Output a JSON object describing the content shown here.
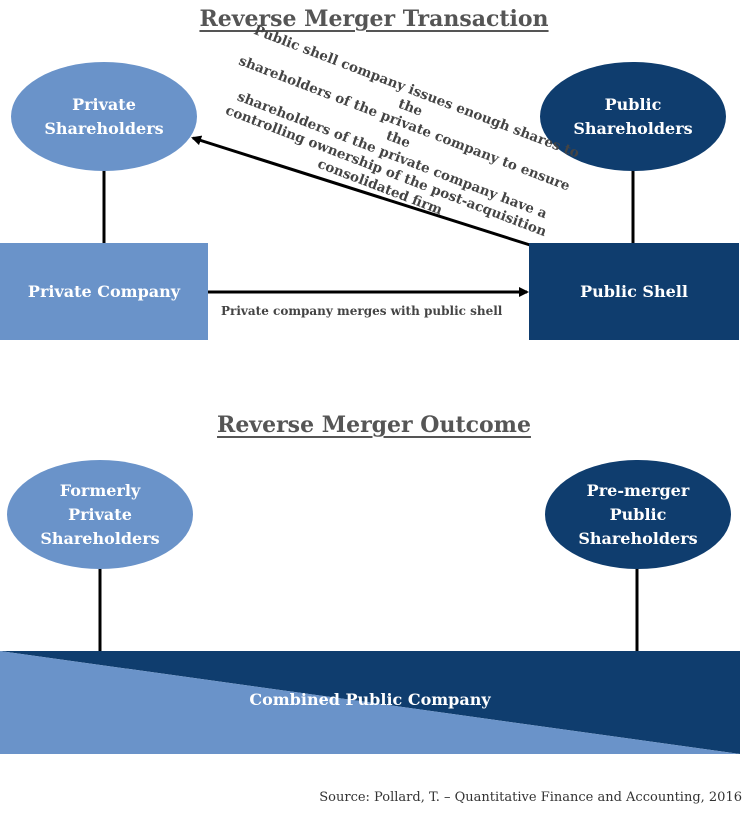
{
  "transaction": {
    "title": "Reverse Merger Transaction",
    "private_shareholders": [
      "Private",
      "Shareholders"
    ],
    "public_shareholders": [
      "Public",
      "Shareholders"
    ],
    "private_company": "Private Company",
    "public_shell": "Public Shell",
    "merge_caption": "Private company merges with public shell",
    "issue_note": [
      "Public shell company issues enough shares to the",
      "shareholders of the private company to ensure the",
      "shareholders of the private company have a",
      "controlling ownership of the post-acquisition",
      "consolidated firm"
    ]
  },
  "outcome": {
    "title": "Reverse Merger Outcome",
    "former_private": [
      "Formerly",
      "Private",
      "Shareholders"
    ],
    "premerger_public": [
      "Pre-merger",
      "Public",
      "Shareholders"
    ],
    "combined": "Combined Public Company"
  },
  "source": "Source: Pollard, T. – Quantitative Finance and Accounting, 2016",
  "colors": {
    "light_blue": "#6a93c9",
    "dark_blue": "#0f3d6e",
    "text_gray": "#555555"
  }
}
